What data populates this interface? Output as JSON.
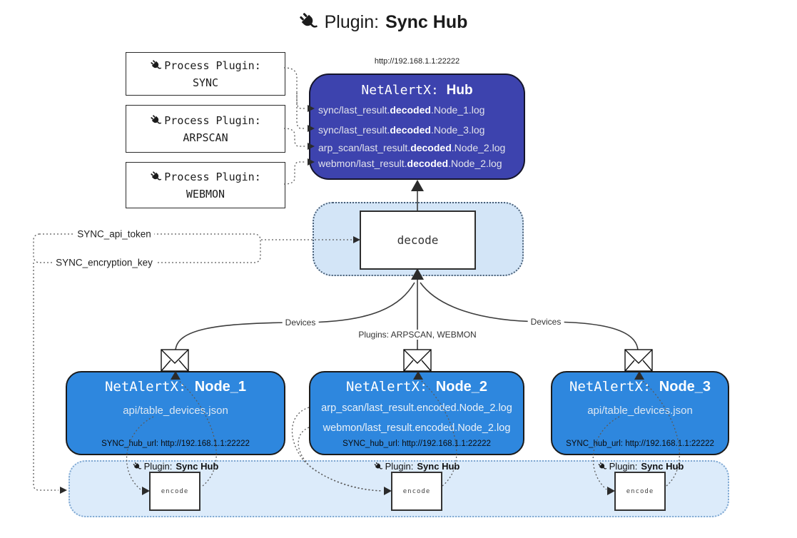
{
  "title": {
    "prefix": "Plugin:",
    "name": "Sync Hub"
  },
  "process_plugins": [
    {
      "label": "Process Plugin:",
      "name": "SYNC"
    },
    {
      "label": "Process Plugin:",
      "name": "ARPSCAN"
    },
    {
      "label": "Process Plugin:",
      "name": "WEBMON"
    }
  ],
  "hub": {
    "url": "http://192.168.1.1:22222",
    "title_prefix": "NetAlertX:",
    "title_name": "Hub",
    "entries": [
      {
        "pre": "sync/last_result.",
        "bold": "decoded",
        "post": ".Node_1.log"
      },
      {
        "pre": "sync/last_result.",
        "bold": "decoded",
        "post": ".Node_3.log"
      },
      {
        "pre": "arp_scan/last_result.",
        "bold": "decoded",
        "post": ".Node_2.log"
      },
      {
        "pre": "webmon/last_result.",
        "bold": "decoded",
        "post": ".Node_2.log"
      }
    ]
  },
  "decode_box": {
    "label": "decode"
  },
  "keys": {
    "api_token": "SYNC_api_token",
    "encryption_key": "SYNC_encryption_key"
  },
  "edge_labels": {
    "left": "Devices",
    "middle": "Plugins: ARPSCAN, WEBMON",
    "right": "Devices"
  },
  "nodes": [
    {
      "title_prefix": "NetAlertX:",
      "title_name": "Node_1",
      "files": [
        "api/table_devices.json"
      ],
      "hub_url": "SYNC_hub_url: http://192.168.1.1:22222"
    },
    {
      "title_prefix": "NetAlertX:",
      "title_name": "Node_2",
      "files": [
        "arp_scan/last_result.encoded.Node_2.log",
        "webmon/last_result.encoded.Node_2.log"
      ],
      "hub_url": "SYNC_hub_url: http://192.168.1.1:22222"
    },
    {
      "title_prefix": "NetAlertX:",
      "title_name": "Node_3",
      "files": [
        "api/table_devices.json"
      ],
      "hub_url": "SYNC_hub_url: http://192.168.1.1:22222"
    }
  ],
  "encode_strip": {
    "plugin_prefix": "Plugin:",
    "plugin_name": "Sync Hub",
    "encode_label": "encode"
  },
  "colors": {
    "hub_fill": "#3d43ae",
    "node_fill": "#2e87de",
    "panel_fill": "#d3e5f7",
    "strip_fill": "#dcebfa"
  }
}
